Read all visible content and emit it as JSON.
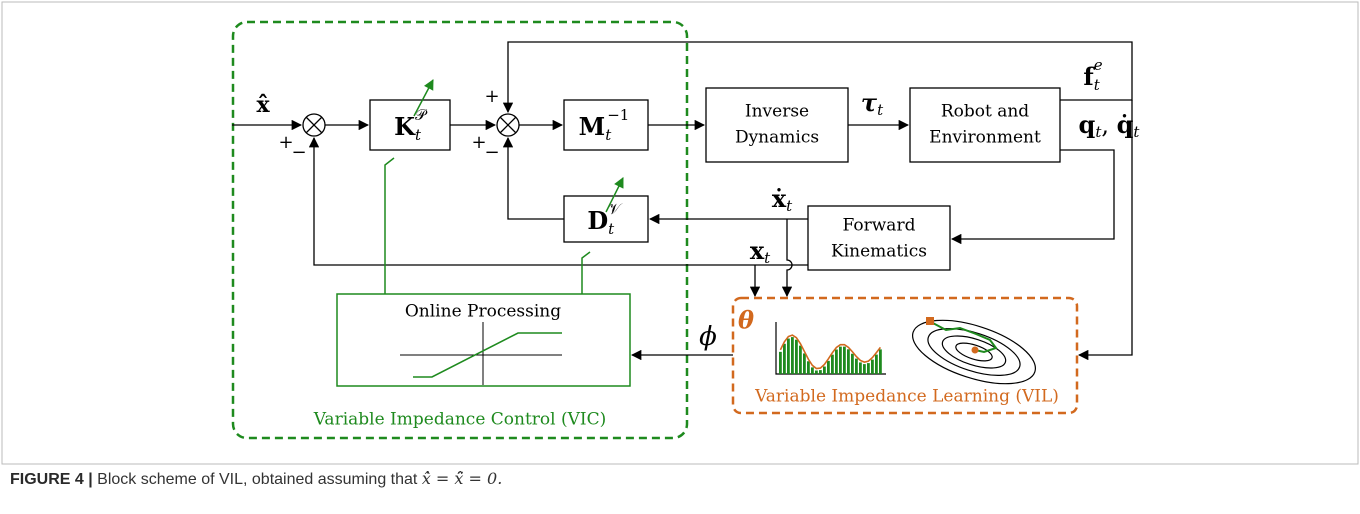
{
  "colors": {
    "vic": "#1e8a1e",
    "vil": "#d2691e",
    "line": "#000000",
    "frame": "#bbbbbb"
  },
  "blocks": {
    "gain_kp": {
      "main": "K",
      "sub": "t",
      "sup": "𝒫"
    },
    "inv_mass": {
      "main": "M",
      "sub": "t",
      "sup": "−1"
    },
    "damping": {
      "main": "D",
      "sub": "t",
      "sup": "𝒱"
    },
    "inverse_dynamics": {
      "line1": "Inverse",
      "line2": "Dynamics"
    },
    "robot_env": {
      "line1": "Robot and",
      "line2": "Environment"
    },
    "forward_kinematics": {
      "line1": "Forward",
      "line2": "Kinematics"
    },
    "online_processing": {
      "title": "Online Processing"
    }
  },
  "signals": {
    "x_hat": "x̂",
    "tau": {
      "main": "τ",
      "sub": "t"
    },
    "force": {
      "main": "f",
      "sub": "t",
      "sup": "e"
    },
    "q_qdot": {
      "main": "q",
      "sub": "t",
      "sep": ", ",
      "main2": "q̇",
      "sub2": "t"
    },
    "xdot": {
      "main": "ẋ",
      "sub": "t"
    },
    "x": {
      "main": "x",
      "sub": "t"
    },
    "phi": "ϕ",
    "theta": "θ"
  },
  "signs": {
    "plus": "+",
    "minus": "−"
  },
  "regions": {
    "vic_label": "Variable Impedance Control (VIC)",
    "vil_label": "Variable Impedance Learning (VIL)"
  },
  "caption": {
    "figure_label": "FIGURE 4 |",
    "text": "Block scheme of VIL, obtained assuming that",
    "math": "ẋ̂ = ẍ̂ = 0."
  }
}
